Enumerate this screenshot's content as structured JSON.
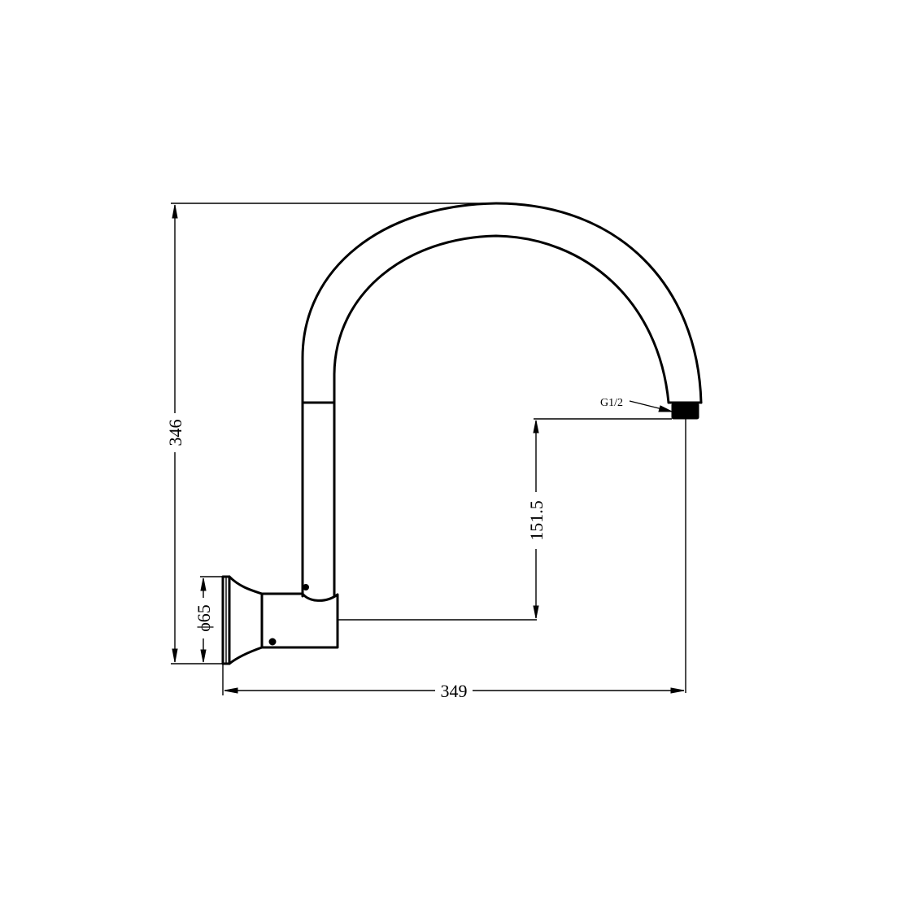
{
  "drawing": {
    "type": "technical-dimension-drawing",
    "subject": "wall-mounted gooseneck spout",
    "line_color": "#000000",
    "background": "#ffffff"
  },
  "dimensions": {
    "overall_height": {
      "value": "346",
      "orientation": "vertical"
    },
    "outlet_height": {
      "value": "151.5",
      "orientation": "vertical"
    },
    "overall_projection": {
      "value": "349",
      "orientation": "horizontal"
    },
    "flange_diameter": {
      "value": "ϕ65",
      "orientation": "vertical"
    }
  },
  "callouts": {
    "outlet_thread": {
      "label": "G1/2"
    }
  }
}
